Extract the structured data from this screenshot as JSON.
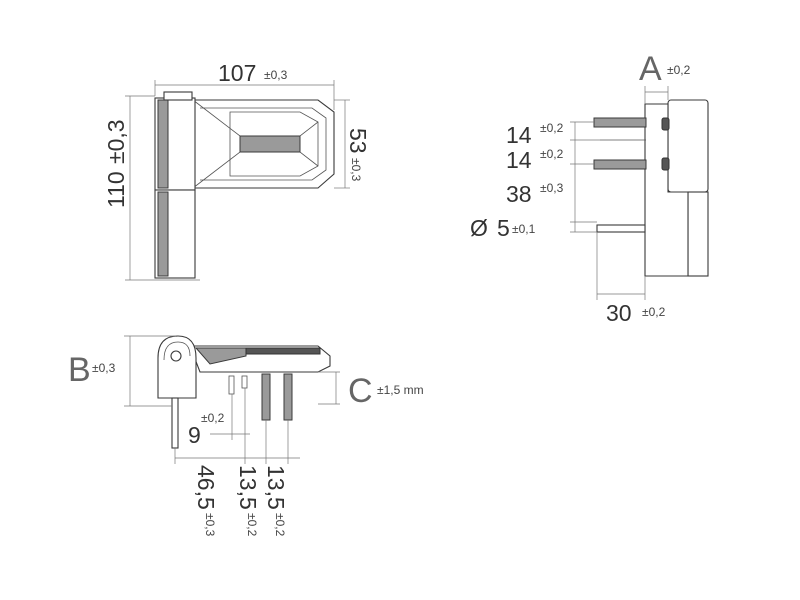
{
  "front_view": {
    "width_value": "107",
    "width_tol": "±0,3",
    "height_value": "110",
    "height_tol": "±0,3",
    "plate_value": "53",
    "plate_tol": "±0,3"
  },
  "side_view": {
    "a_letter": "A",
    "a_tol": "±0,2",
    "pitch1_value": "14",
    "pitch1_tol": "±0,2",
    "pitch2_value": "14",
    "pitch2_tol": "±0,2",
    "pitch3_value": "38",
    "pitch3_tol": "±0,3",
    "diameter_symbol": "Ø",
    "diameter_value": "5",
    "diameter_tol": "±0,1",
    "depth_value": "30",
    "depth_tol": "±0,2"
  },
  "top_view": {
    "b_letter": "B",
    "b_tol": "±0,3",
    "c_letter": "C",
    "c_tol": "±1,5 mm",
    "offset_value": "9",
    "offset_tol": "±0,2",
    "dist1_value": "46,5",
    "dist1_tol": "±0,3",
    "dist2_value": "13,5",
    "dist2_tol": "±0,2",
    "dist3_value": "13,5",
    "dist3_tol": "±0,2"
  }
}
